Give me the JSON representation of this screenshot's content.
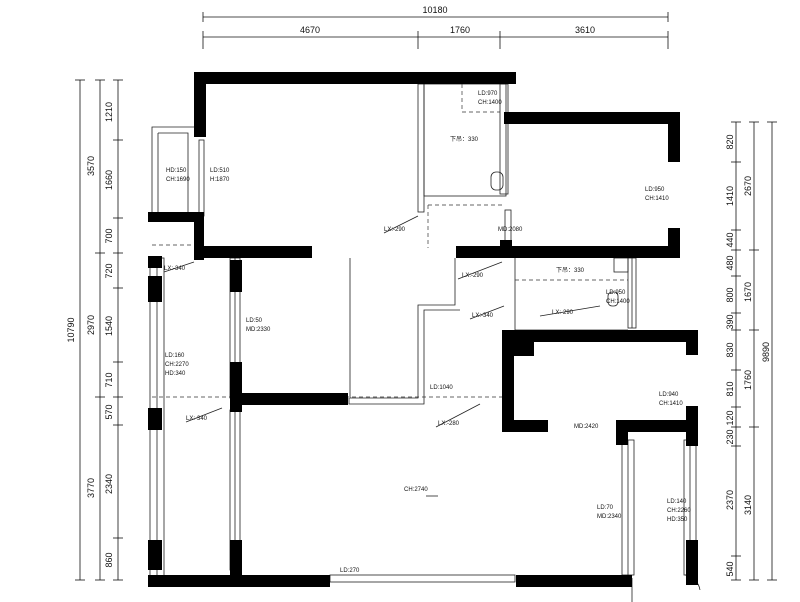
{
  "dimensions": {
    "top_total": "10180",
    "top_parts": [
      "4670",
      "1760",
      "3610"
    ],
    "left_total": "10790",
    "left_mid": [
      "3570",
      "2970",
      "3770"
    ],
    "left_fine": [
      "1210",
      "1660",
      "700",
      "720",
      "1540",
      "710",
      "570",
      "2340",
      "860"
    ],
    "right_total": "9890",
    "right_mid": [
      "2670",
      "1670",
      "1760",
      "3140"
    ],
    "right_fine": [
      "820",
      "1410",
      "440",
      "480",
      "800",
      "390",
      "830",
      "810",
      "120",
      "230",
      "2370",
      "540"
    ]
  },
  "labels": {
    "balcony_top": [
      "HD:150",
      "CH:1690"
    ],
    "room1_window": [
      "LD:510",
      "H:1870"
    ],
    "top_small": [
      "LD:970",
      "CH:1400"
    ],
    "xiadiao_top": "下吊：330",
    "room2": [
      "LD:950",
      "CH:1410"
    ],
    "lx290_a": "LX:-290",
    "md2080": "MD:2080",
    "lx290_b": "LX:-290",
    "lx340_a": "LX:-340",
    "xiadiao_mid": "下吊：330",
    "bath": [
      "LD:950",
      "CH:1400"
    ],
    "lx340_b": "LX:-340",
    "lx290_c": "LX:-290",
    "door50": [
      "LD:50",
      "MD:2330"
    ],
    "left_win": [
      "LD:160",
      "CH:2270",
      "HD:340"
    ],
    "ld1040": "LD:1040",
    "lx340_c": "LX:-340",
    "lx280": "LX:-280",
    "room3": [
      "LD:940",
      "CH:1410"
    ],
    "md2420": "MD:2420",
    "ch2740": "CH:2740",
    "ld70": [
      "LD:70",
      "MD:2340"
    ],
    "right_win": [
      "LD:140",
      "CH:2260",
      "HD:350"
    ],
    "bottom_door": "LD:270"
  }
}
